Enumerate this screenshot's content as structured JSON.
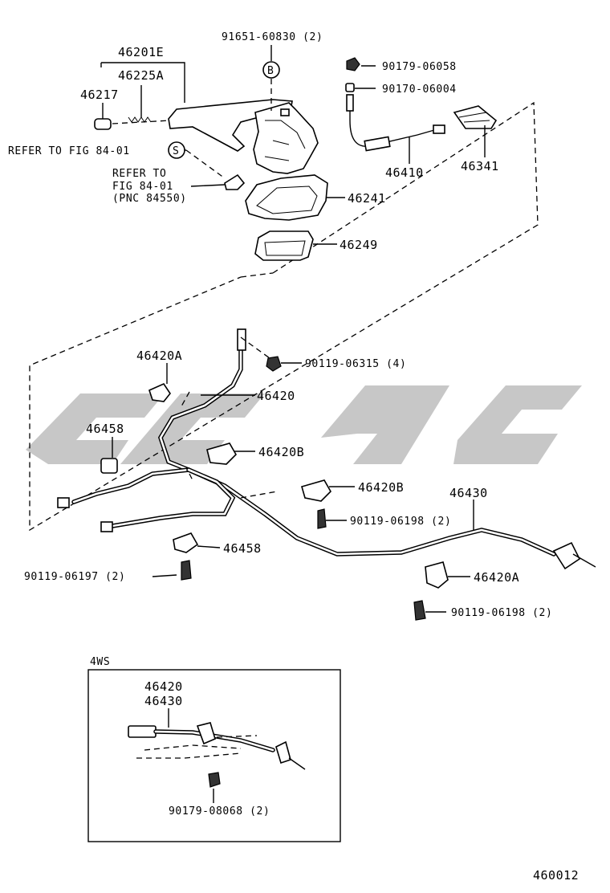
{
  "diagram_id": "460012",
  "labels": {
    "p46201E": "46201E",
    "p46225A": "46225A",
    "p46217": "46217",
    "p91651": "91651-60830 (2)",
    "p90179_06058": "90179-06058",
    "p90170_06004": "90170-06004",
    "ref_fig_s": "REFER TO FIG 84-01",
    "ref_to": "REFER TO",
    "ref_fig": "FIG 84-01",
    "ref_pnc": "(PNC 84550)",
    "p46410": "46410",
    "p46341": "46341",
    "p46241": "46241",
    "p46249": "46249",
    "p46420A_top": "46420A",
    "p90119_06315": "90119-06315 (4)",
    "p46420": "46420",
    "p46458_top": "46458",
    "p46420B_1": "46420B",
    "p46420B_2": "46420B",
    "p46430": "46430",
    "p90119_06198_a": "90119-06198 (2)",
    "p46458_bot": "46458",
    "p90119_06197": "90119-06197 (2)",
    "p46420A_bot": "46420A",
    "p90119_06198_b": "90119-06198 (2)"
  },
  "callouts": {
    "b": "B",
    "s": "S"
  },
  "inset": {
    "title": "4WS",
    "p46420": "46420",
    "p46430": "46430",
    "p90179_08068": "90179-08068 (2)"
  },
  "colors": {
    "line": "#000000",
    "background": "#ffffff",
    "watermark": "#bdbdbd"
  }
}
